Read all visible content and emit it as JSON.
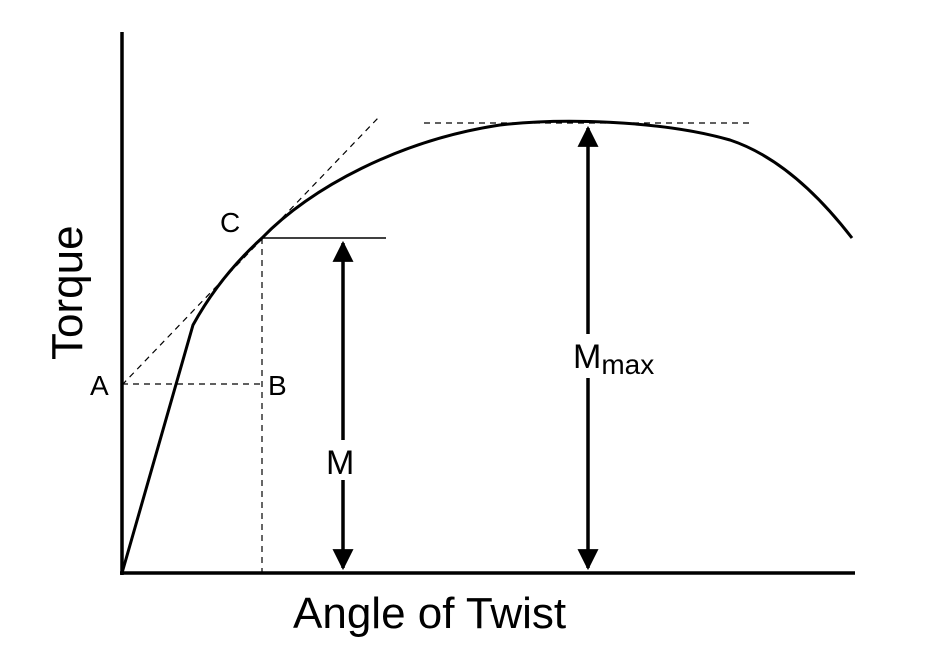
{
  "axes": {
    "x_title": "Angle of Twist",
    "y_title": "Torque"
  },
  "points": {
    "a": "A",
    "b": "B",
    "c": "C"
  },
  "dimensions": {
    "m": "M",
    "mmax_main": "M",
    "mmax_sub": "max"
  },
  "colors": {
    "ink": "#000000",
    "background": "#ffffff"
  }
}
